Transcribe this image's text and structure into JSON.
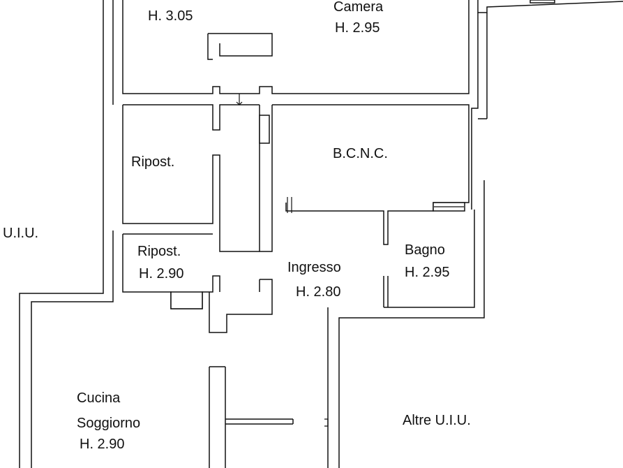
{
  "plan": {
    "rooms": [
      {
        "id": "camera-left",
        "name": "",
        "height": "H. 3.05"
      },
      {
        "id": "camera",
        "name": "Camera",
        "height": "H. 2.95"
      },
      {
        "id": "bcnc",
        "name": "B.C.N.C.",
        "height": ""
      },
      {
        "id": "ripost-1",
        "name": "Ripost.",
        "height": ""
      },
      {
        "id": "ripost-2",
        "name": "Ripost.",
        "height": "H. 2.90"
      },
      {
        "id": "ingresso",
        "name": "Ingresso",
        "height": "H. 2.80"
      },
      {
        "id": "bagno",
        "name": "Bagno",
        "height": "H. 2.95"
      },
      {
        "id": "cucina",
        "name": "Cucina",
        "name2": "Soggiorno",
        "height": "H. 2.90"
      }
    ],
    "outside": {
      "uiu_left": "U.I.U.",
      "altre_uiu": "Altre U.I.U."
    }
  }
}
